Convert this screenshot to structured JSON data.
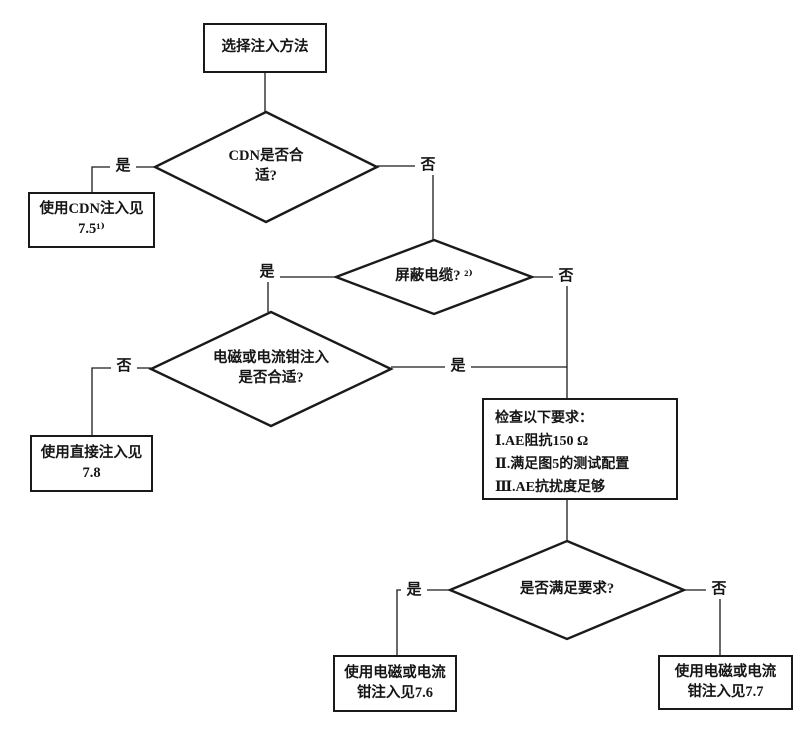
{
  "flowchart": {
    "nodes": {
      "start": {
        "label": "选择注入方法"
      },
      "decision_cdn": {
        "label": "CDN是否合\n适?"
      },
      "use_cdn": {
        "label": "使用CDN注入见\n7.5¹⁾"
      },
      "decision_shielded": {
        "label": "屏蔽电缆? ²⁾"
      },
      "decision_clamp": {
        "label": "电磁或电流钳注入\n是否合适?"
      },
      "use_direct": {
        "label": "使用直接注入见\n7.8"
      },
      "check_requirements": {
        "title": "检查以下要求：",
        "items": [
          "Ⅰ.AE阻抗150 Ω",
          "Ⅱ.满足图5的测试配置",
          "Ⅲ.AE抗扰度足够"
        ]
      },
      "decision_met": {
        "label": "是否满足要求?"
      },
      "use_clamp_76": {
        "label": "使用电磁或电流\n钳注入见7.6"
      },
      "use_clamp_77": {
        "label": "使用电磁或电流\n钳注入见7.7"
      }
    },
    "edge_labels": {
      "yes": "是",
      "no": "否"
    },
    "colors": {
      "ink": "#1a1a1a",
      "background": "#ffffff"
    }
  }
}
